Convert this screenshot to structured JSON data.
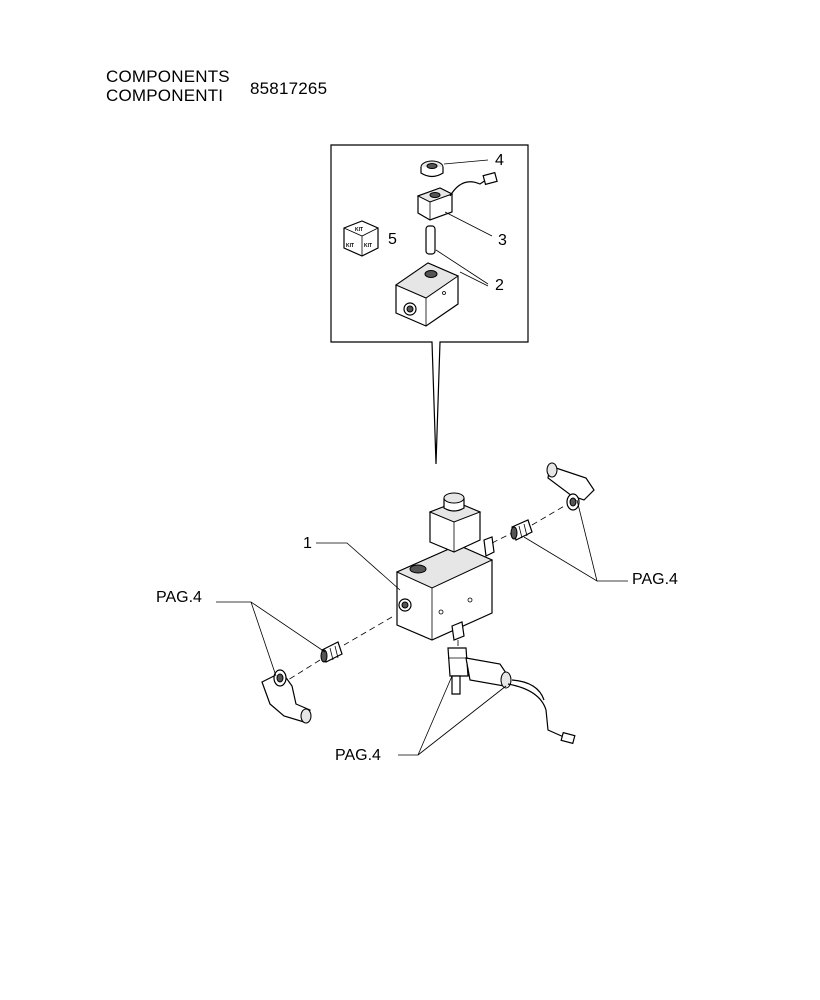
{
  "header": {
    "title_en": "COMPONENTS",
    "title_it": "COMPONENTI",
    "part_number": "85817265"
  },
  "callouts": {
    "item_1": "1",
    "item_2": "2",
    "item_3": "3",
    "item_4": "4",
    "item_5": "5",
    "kit_label": "KIT",
    "page_ref_left": "PAG.4",
    "page_ref_right": "PAG.4",
    "page_ref_bottom": "PAG.4"
  }
}
